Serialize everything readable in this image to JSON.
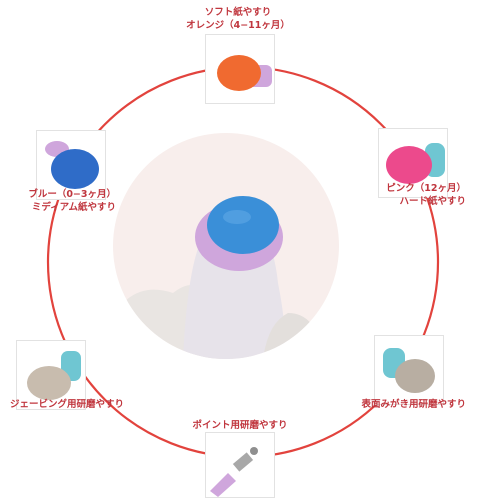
{
  "accent_color": "#c0363e",
  "ring_color": "#e2433d",
  "items": [
    {
      "id": "soft-orange",
      "line1": "ソフト紙やすり",
      "line2": "オレンジ（4−11ヶ月）",
      "color": "#f06a30"
    },
    {
      "id": "hard-pink",
      "line1": "ピンク（12ヶ月）",
      "line2": "ハード紙やすり",
      "color": "#ec4a8c"
    },
    {
      "id": "surface-polish",
      "line1": "表面みがき用研磨やすり",
      "color": "#b8aea2"
    },
    {
      "id": "point-polish",
      "line1": "ポイント用研磨やすり",
      "color": "#a8a8a8"
    },
    {
      "id": "shaving-polish",
      "line1": "ジェービング用研磨やすり",
      "color": "#c8bcae"
    },
    {
      "id": "medium-blue",
      "line1": "ブルー（0−3ヶ月）",
      "line2": "ミディアム紙やすり",
      "color": "#2f6cc8"
    }
  ],
  "center": {
    "head_color": "#3a8fd8",
    "body_color": "#e7e3ea",
    "collar_color": "#cfa6dc"
  }
}
